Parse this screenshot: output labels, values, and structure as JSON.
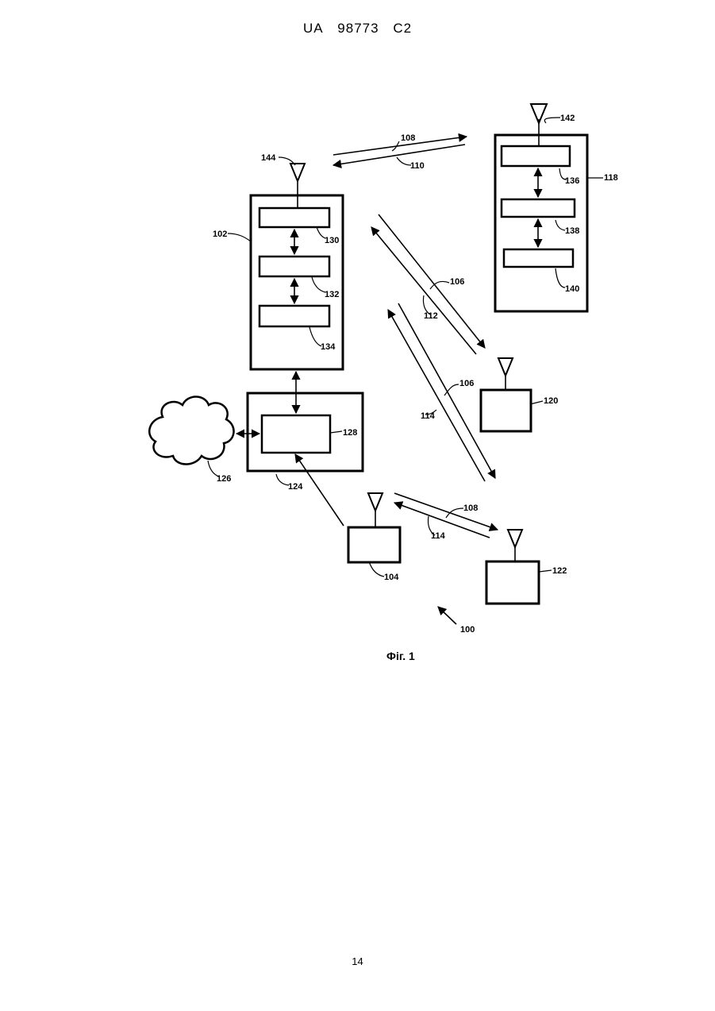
{
  "header": {
    "country": "UA",
    "number": "98773",
    "kind": "C2"
  },
  "figure": {
    "caption": "Фіг. 1",
    "labels": {
      "l100": "100",
      "l102": "102",
      "l104": "104",
      "l106a": "106",
      "l106b": "106",
      "l108a": "108",
      "l108b": "108",
      "l110": "110",
      "l112": "112",
      "l114a": "114",
      "l114b": "114",
      "l118": "118",
      "l120": "120",
      "l122": "122",
      "l124": "124",
      "l126": "126",
      "l128": "128",
      "l130": "130",
      "l132": "132",
      "l134": "134",
      "l136": "136",
      "l138": "138",
      "l140": "140",
      "l142": "142",
      "l144": "144"
    }
  },
  "footer": {
    "page": "14"
  }
}
